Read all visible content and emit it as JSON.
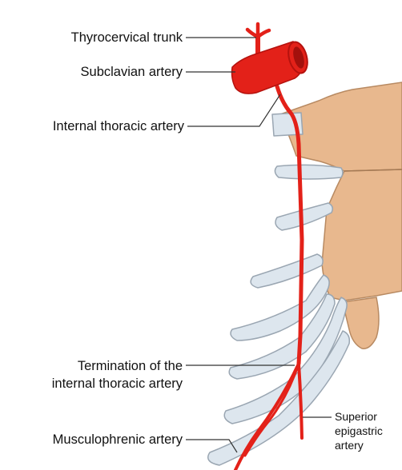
{
  "labels": {
    "thyrocervical_trunk": "Thyrocervical trunk",
    "subclavian_artery": "Subclavian artery",
    "internal_thoracic_artery": "Internal thoracic artery",
    "termination_line1": "Termination of the",
    "termination_line2": "internal thoracic artery",
    "musculophrenic_artery": "Musculophrenic artery",
    "superior_epigastric_line1": "Superior",
    "superior_epigastric_line2": "epigastric",
    "superior_epigastric_line3": "artery"
  },
  "colors": {
    "artery": "#e32119",
    "artery_dark": "#b5120e",
    "sternum": "#e8b88e",
    "sternum_edge": "#b88a62",
    "cartilage": "#dde6ee",
    "cartilage_edge": "#9aa6b2",
    "leader": "#333333"
  }
}
